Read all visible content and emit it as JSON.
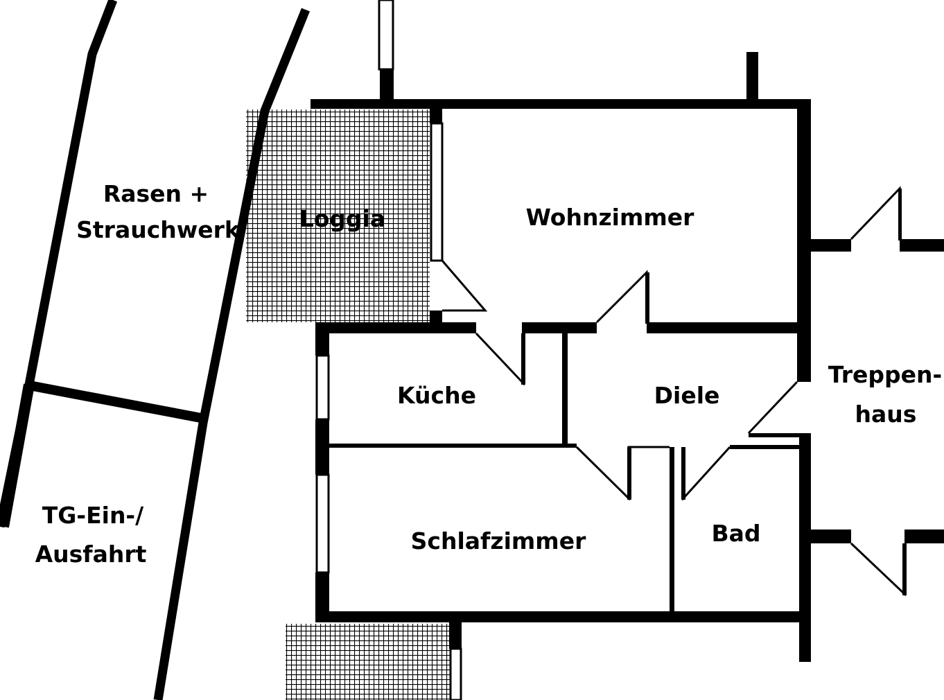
{
  "title": "Grundriss",
  "colors": {
    "ink": "#000000",
    "paper": "#ffffff"
  },
  "rooms": {
    "garden": {
      "line1": "Rasen +",
      "line2": "Strauchwerk"
    },
    "garage": {
      "line1": "TG-Ein-/",
      "line2": "Ausfahrt"
    },
    "loggia": {
      "label": "Loggia"
    },
    "living": {
      "label": "Wohnzimmer"
    },
    "kitchen": {
      "label": "Küche"
    },
    "hall": {
      "label": "Diele"
    },
    "bedroom": {
      "label": "Schlafzimmer"
    },
    "bath": {
      "label": "Bad"
    },
    "stairwell": {
      "line1": "Treppen-",
      "line2": "haus"
    }
  }
}
